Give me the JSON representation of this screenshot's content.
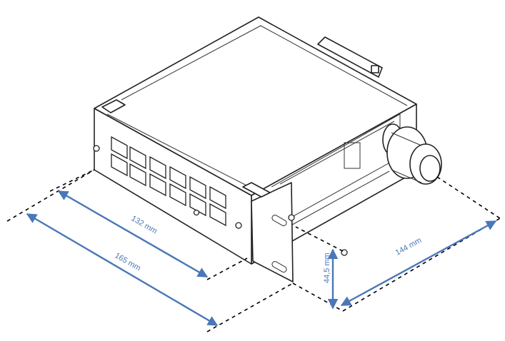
{
  "dimensions": {
    "width_inner": "132 mm",
    "width_outer": "165 mm",
    "height": "44,5 mm",
    "depth": "144 mm"
  },
  "colors": {
    "dimension_line": "#4a77b8",
    "outline": "#222222"
  },
  "icons": [
    "cable-gland-icon",
    "patch-panel-port-icon"
  ]
}
